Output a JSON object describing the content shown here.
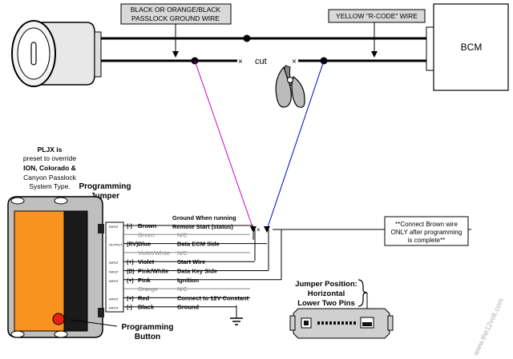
{
  "callouts": {
    "ground_wire": [
      "BLACK OR ORANGE/BLACK",
      "PASSLOCK GROUND WIRE"
    ],
    "rcode_wire": "YELLOW \"R-CODE\" WIRE",
    "cut": "cut"
  },
  "bcm": {
    "label": "BCM"
  },
  "module_note": [
    "PLJX is",
    "preset to override",
    "ION, Colorado &",
    "Canyon Passlock",
    "System Type."
  ],
  "prog_jumper": [
    "Programming",
    "Jumper"
  ],
  "prog_button": [
    "Programming",
    "Button"
  ],
  "header_labels": [
    "Ground When running",
    "Remote Start (status)"
  ],
  "wires": [
    {
      "num": "(-)",
      "name": "Brown",
      "type": "INPUT",
      "desc": "",
      "color": "#7a3b10",
      "active": true
    },
    {
      "num": "",
      "name": "Green",
      "type": "",
      "desc": "N/C",
      "color": "#888888",
      "active": false
    },
    {
      "num": "(RV)",
      "name": "Blue",
      "type": "OUTPUT",
      "desc": "Data ECM Side",
      "color": "#0000cc",
      "active": true
    },
    {
      "num": "",
      "name": "Violet/White",
      "type": "",
      "desc": "N/C",
      "color": "#888888",
      "active": false
    },
    {
      "num": "(+)",
      "name": "Violet",
      "type": "INPUT",
      "desc": "Start Wire",
      "color": "#7a0080",
      "active": true
    },
    {
      "num": "(D)",
      "name": "Pink/White",
      "type": "INPUT",
      "desc": "Data Key Side",
      "color": "#d04080",
      "active": true
    },
    {
      "num": "(+)",
      "name": "Pink",
      "type": "INPUT",
      "desc": "Ignition",
      "color": "#ff40a0",
      "active": true
    },
    {
      "num": "",
      "name": "Orange",
      "type": "",
      "desc": "N/C",
      "color": "#888888",
      "active": false
    },
    {
      "num": "(+)",
      "name": "Red",
      "type": "INPUT",
      "desc": "Connect to 12V Constant",
      "color": "#cc0000",
      "active": true
    },
    {
      "num": "(-)",
      "name": "Black",
      "type": "INPUT",
      "desc": "Ground",
      "color": "#000000",
      "active": true
    }
  ],
  "note_box": [
    "**Connect Brown wire",
    "ONLY after programming",
    "is complete**"
  ],
  "jumper_position": [
    "Jumper Position:",
    "Horizontal",
    "Lower Two Pins"
  ],
  "watermark": "www.the12volt.com"
}
